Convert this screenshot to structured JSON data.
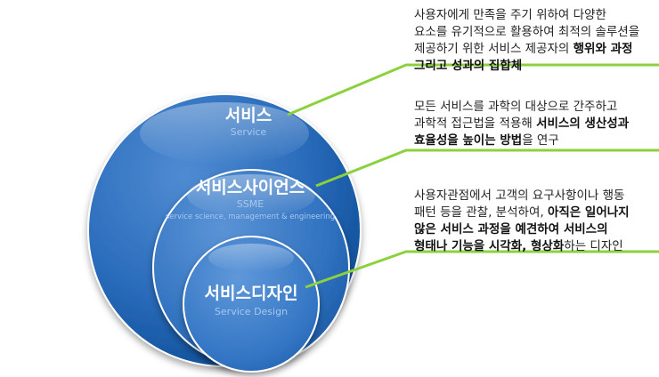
{
  "circles": {
    "service": {
      "title": "서비스",
      "subtitle": "Service"
    },
    "science": {
      "title": "서비스사이언스",
      "subtitle": "SSME",
      "detail": "service science, management & engineering"
    },
    "design": {
      "title": "서비스디자인",
      "subtitle": "Service Design"
    }
  },
  "descriptions": {
    "service": {
      "line1": "사용자에게 만족을 주기 위하여 다양한",
      "line2": "요소를 유기적으로 활용하여 최적의 솔루션을",
      "line3_normal": "제공하기 위한 서비스 제공자의 ",
      "line3_bold": "행위와 과정",
      "line4_bold": "그리고 성과의 집합체"
    },
    "science": {
      "line1": "모든 서비스를 과학의 대상으로 간주하고",
      "line2_normal": "과학적 접근법을 적용해 ",
      "line2_bold": "서비스의 생산성과",
      "line3_bold": "효율성을 높이는 방법",
      "line3_normal": "을 연구"
    },
    "design": {
      "line1": "사용자관점에서 고객의 요구사항이나 행동",
      "line2_normal": "패턴 등을 관찰, 분석하여, ",
      "line2_bold": "아직은 일어나지",
      "line3_bold": "않은 서비스 과정을 예견하여 서비스의",
      "line4_bold": "형태나 기능을 시각화, 형상화",
      "line4_normal": "하는 디자인"
    }
  },
  "colors": {
    "circle_dark": "#0f4f99",
    "circle_light": "#5b94d6",
    "connector": "#8bd13d",
    "text_white": "#ffffff"
  }
}
